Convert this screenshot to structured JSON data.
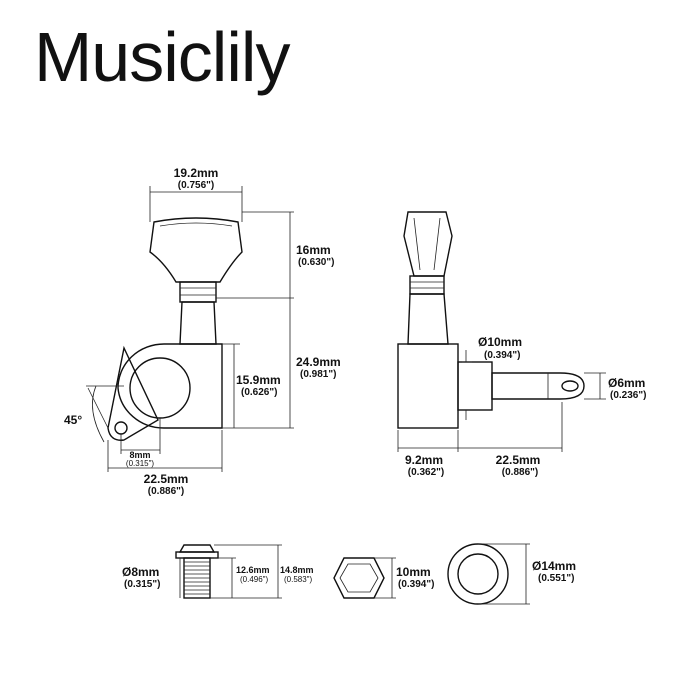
{
  "brand": "Musiclily",
  "colors": {
    "outline": "#111111",
    "metal_light": "#ffffff",
    "metal_dark": "#8a8a8a"
  },
  "front_view": {
    "button_width": {
      "mm": "19.2mm",
      "inch": "(0.756\")"
    },
    "button_height": {
      "mm": "16mm",
      "inch": "(0.630\")"
    },
    "total_height": {
      "mm": "24.9mm",
      "inch": "(0.981\")"
    },
    "housing_height": {
      "mm": "15.9mm",
      "inch": "(0.626\")"
    },
    "angle": "45°",
    "screw_offset": {
      "mm": "8mm",
      "inch": "(0.315\")"
    },
    "base_width": {
      "mm": "22.5mm",
      "inch": "(0.886\")"
    }
  },
  "side_view": {
    "bushing_diameter": {
      "mm": "Ø10mm",
      "inch": "(0.394\")"
    },
    "post_diameter": {
      "mm": "Ø6mm",
      "inch": "(0.236\")"
    },
    "housing_depth": {
      "mm": "9.2mm",
      "inch": "(0.362\")"
    },
    "post_length": {
      "mm": "22.5mm",
      "inch": "(0.886\")"
    }
  },
  "parts": {
    "bushing_diameter": {
      "mm": "Ø8mm",
      "inch": "(0.315\")"
    },
    "bushing_length": {
      "mm": "12.6mm",
      "inch": "(0.496\")"
    },
    "bushing_total": {
      "mm": "14.8mm",
      "inch": "(0.583\")"
    },
    "nut_size": {
      "mm": "10mm",
      "inch": "(0.394\")"
    },
    "washer_diameter": {
      "mm": "Ø14mm",
      "inch": "(0.551\")"
    }
  }
}
